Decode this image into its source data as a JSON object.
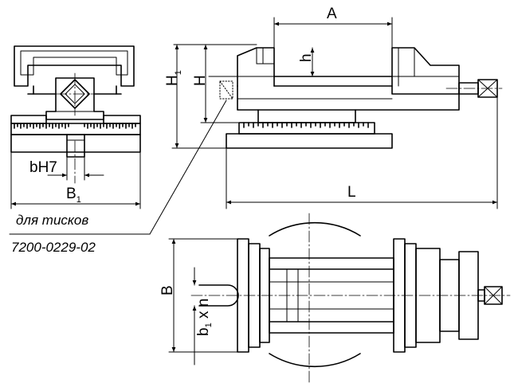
{
  "labels": {
    "a": "A",
    "h_small": "h",
    "h_big": "H",
    "h1_main": "H",
    "h1_sub": "1",
    "bh7": "bH7",
    "b1_main": "B",
    "b1_sub": "1",
    "l": "L",
    "b": "B",
    "b1xn": "b",
    "b1xn_sub": "1",
    "b1xn_suffix": " x n"
  },
  "note": {
    "line1": "для тисков",
    "line2": "7200-0229-02"
  }
}
